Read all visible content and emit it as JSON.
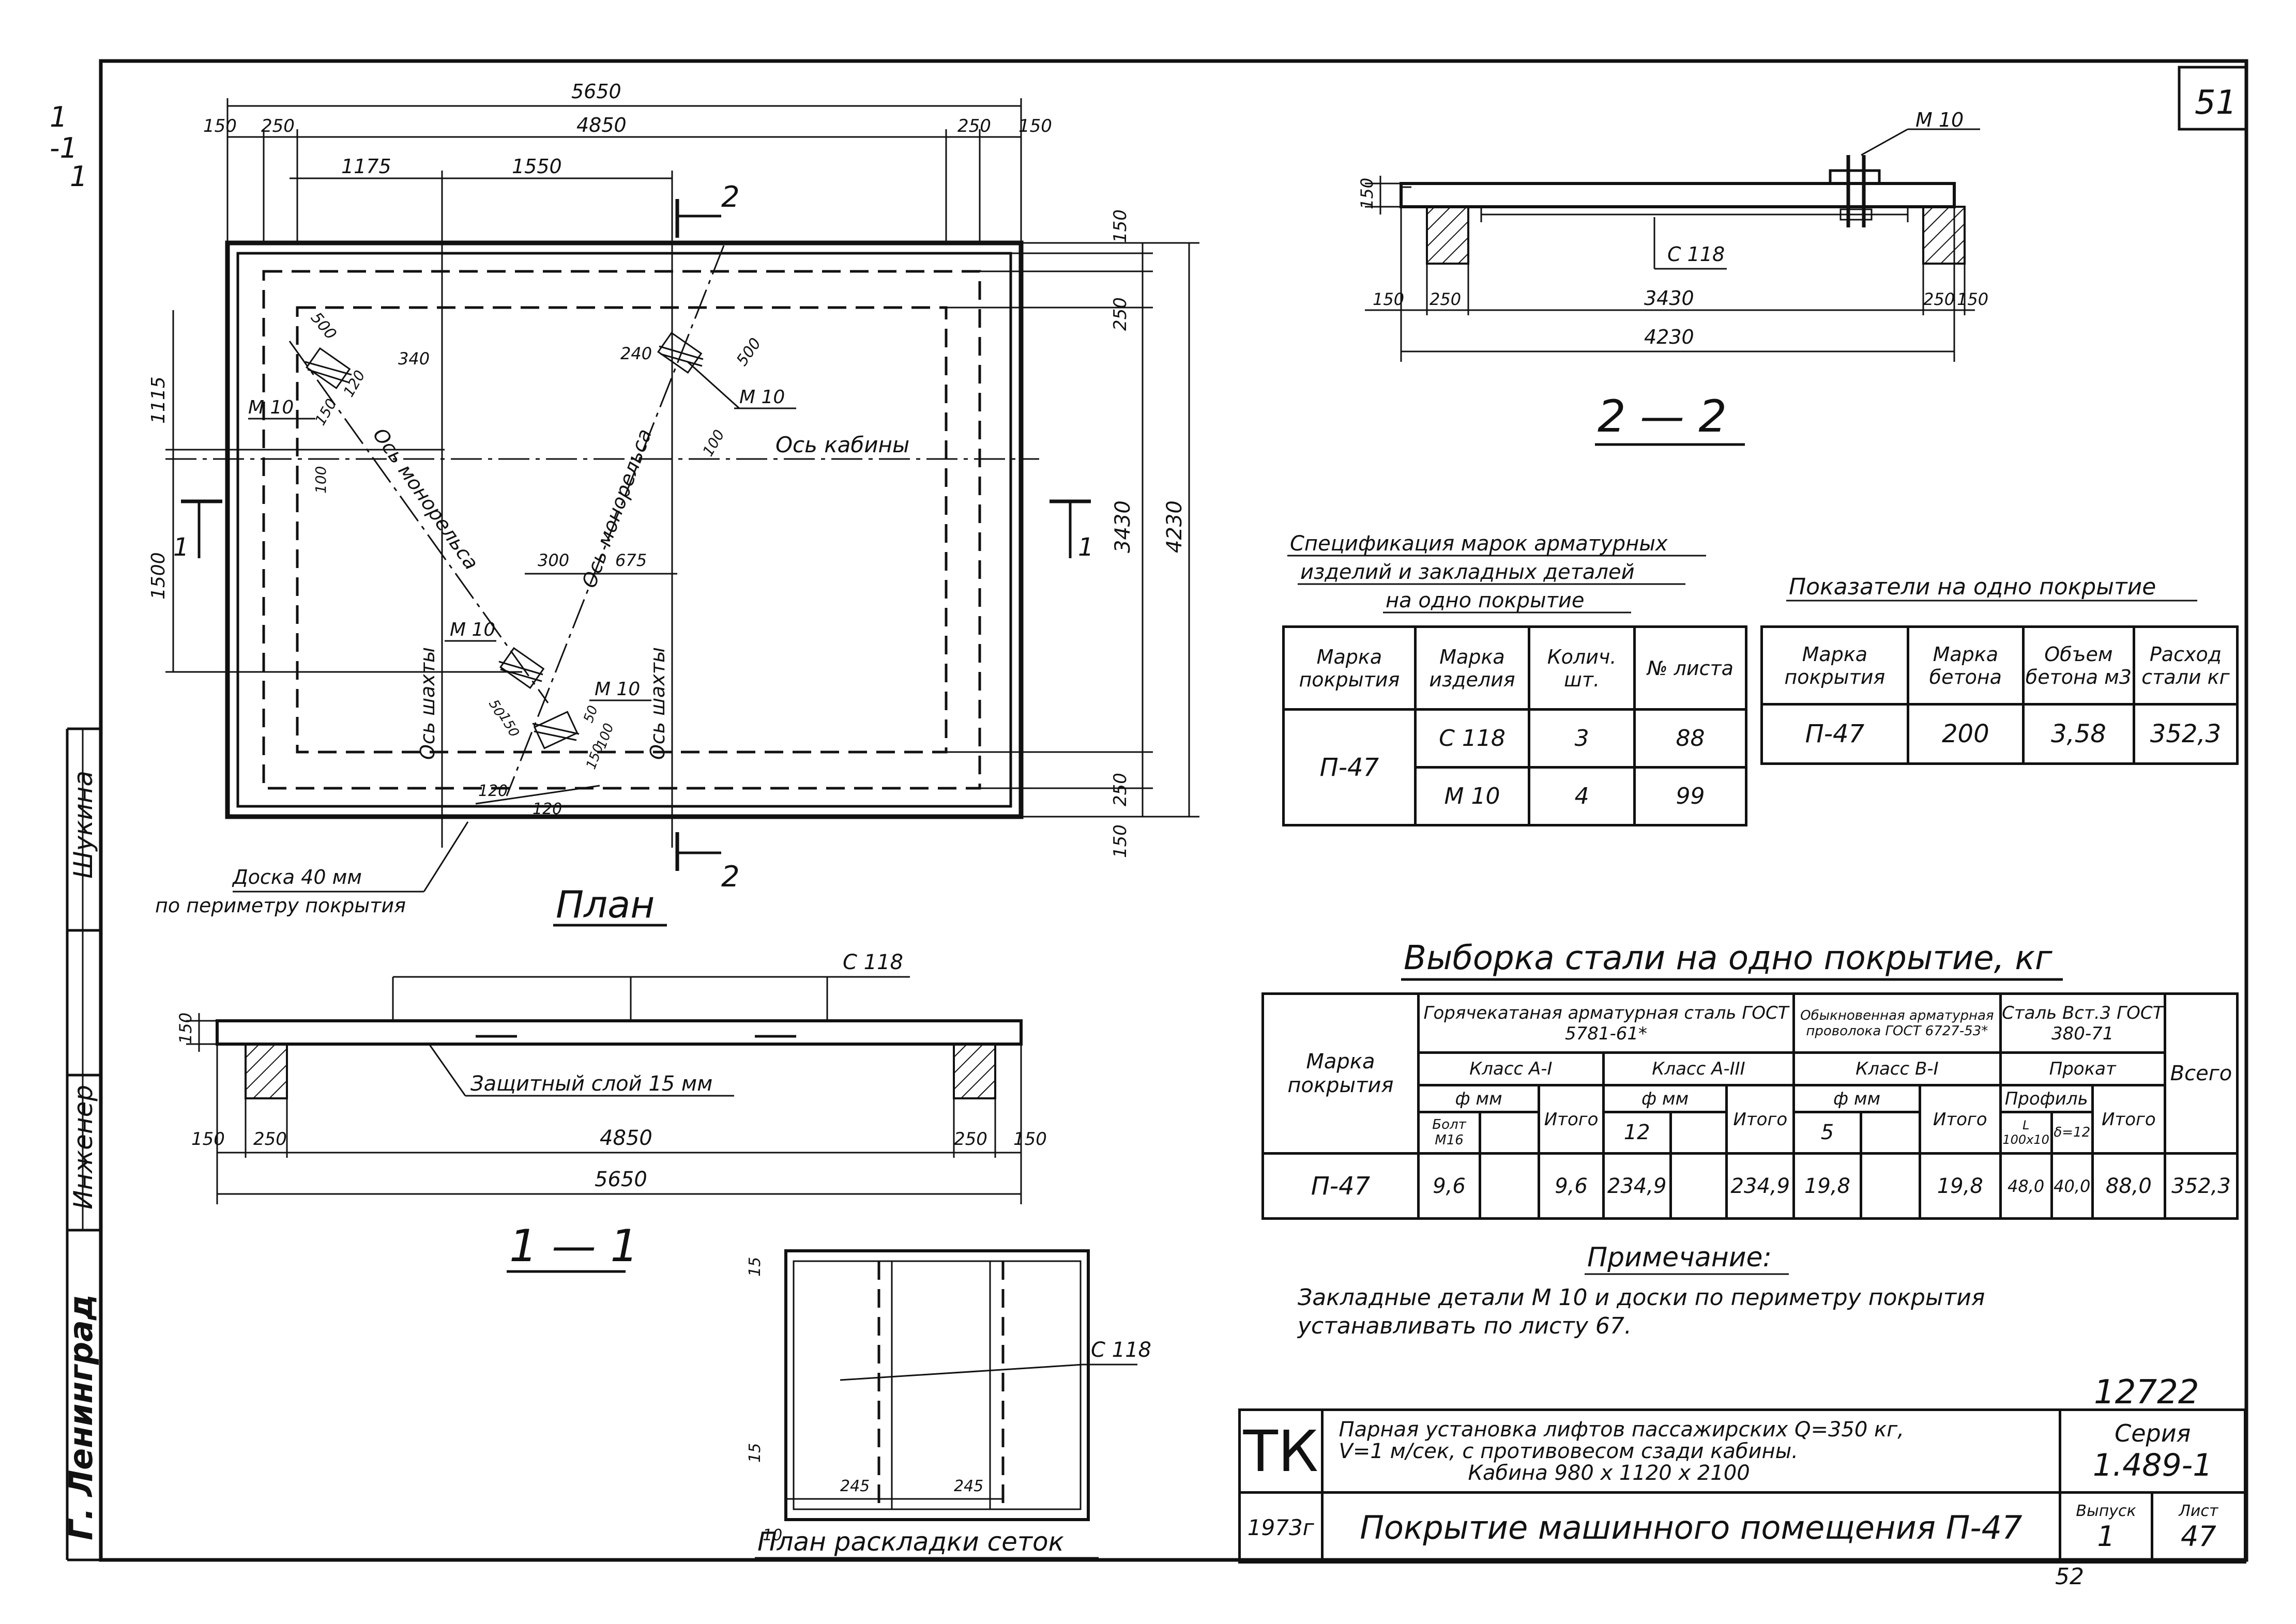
{
  "sheet_number": "51",
  "plan": {
    "title": "План",
    "dims_top": [
      "5650",
      "150",
      "250",
      "4850",
      "250",
      "150",
      "1175",
      "1550"
    ],
    "dims_left": [
      "1115",
      "1500"
    ],
    "dims_right": [
      "150",
      "250",
      "3430",
      "4230",
      "250",
      "150"
    ],
    "section_marks": [
      "2",
      "2",
      "1",
      "1"
    ],
    "m10": [
      "М 10",
      "М 10",
      "М 10",
      "М 10"
    ],
    "local_dims": [
      "500",
      "340",
      "120",
      "150",
      "100",
      "240",
      "500",
      "100",
      "300",
      "675",
      "50",
      "150",
      "120",
      "120",
      "50",
      "100",
      "150"
    ],
    "axis_cabin": "Ось кабины",
    "axis_monorail_1": "Ось монорельса",
    "axis_monorail_2": "Ось монорельса",
    "axis_shaft_1": "Ось шахты",
    "axis_shaft_2": "Ось шахты",
    "board_note_1": "Доска 40 мм",
    "board_note_2": "по периметру покрытия"
  },
  "section_2_2": {
    "title": "2 — 2",
    "m10": "М 10",
    "c118": "С 118",
    "dim_150": "150",
    "dims_bottom": [
      "150",
      "250",
      "3430",
      "250",
      "150"
    ],
    "dim_total": "4230"
  },
  "section_1_1": {
    "title": "1 — 1",
    "c118": "С 118",
    "dim_150": "150",
    "protective_layer": "Защитный слой 15 мм",
    "dims_bottom": [
      "150",
      "250",
      "4850",
      "250",
      "150"
    ],
    "dim_total": "5650"
  },
  "mesh_plan": {
    "title": "План раскладки сеток",
    "c118": "С 118",
    "dims": [
      "15",
      "15",
      "10",
      "245",
      "245"
    ]
  },
  "spec_table": {
    "title_1": "Спецификация марок арматурных",
    "title_2": "изделий и закладных деталей",
    "title_3": "на одно покрытие",
    "headers": [
      "Марка покрытия",
      "Марка изделия",
      "Колич. шт.",
      "№ листа"
    ],
    "mark": "П-47",
    "rows": [
      [
        "С 118",
        "3",
        "88"
      ],
      [
        "М 10",
        "4",
        "99"
      ]
    ]
  },
  "indicators_table": {
    "title": "Показатели на одно покрытие",
    "headers": [
      "Марка покрытия",
      "Марка бетона",
      "Объем бетона м3",
      "Расход стали кг"
    ],
    "row": [
      "П-47",
      "200",
      "3,58",
      "352,3"
    ]
  },
  "steel_table": {
    "title": "Выборка стали на одно покрытие, кг",
    "mark_header": "Марка покрытия",
    "group1": "Горячекатаная арматурная сталь ГОСТ 5781-61*",
    "group2": "Обыкновенная арматурная проволока ГОСТ 6727-53*",
    "group3": "Сталь Вст.3 ГОСТ 380-71",
    "total_header": "Всего",
    "class_a1": "Класс А-I",
    "class_a3": "Класс А-III",
    "class_b1": "Класс В-I",
    "rolled": "Прокат",
    "dia_mm_1": "ф мм",
    "dia_mm_2": "ф мм",
    "dia_mm_3": "ф мм",
    "profile": "Профиль",
    "bolt": "Болт М16",
    "d12": "12",
    "d5": "5",
    "profile_l": "L 100x10",
    "profile_d": "δ=12",
    "total": "Итого",
    "row": [
      "П-47",
      "9,6",
      "",
      "9,6",
      "234,9",
      "",
      "234,9",
      "19,8",
      "",
      "19,8",
      "48,0",
      "40,0",
      "88,0",
      "352,3"
    ]
  },
  "note": {
    "title": "Примечание:",
    "text_1": "Закладные детали М 10 и доски по периметру покрытия",
    "text_2": "устанавливать по листу 67."
  },
  "title_block": {
    "number": "12722",
    "tk": "ТК",
    "desc_1": "Парная установка лифтов пассажирских Q=350 кг,",
    "desc_2": "V=1 м/сек, с противовесом сзади кабины.",
    "desc_3": "Кабина 980 x 1120 x 2100",
    "series_label": "Серия",
    "series": "1.489-1",
    "year": "1973г",
    "sheet_title": "Покрытие машинного помещения П-47",
    "issue_label": "Выпуск",
    "issue": "1",
    "sheet_label": "Лист",
    "sheet": "47",
    "page_bottom": "52"
  },
  "left_strip": {
    "org": "Г. Ленинград",
    "role": "Инженер",
    "name": "Шукина",
    "marks": [
      "1",
      "-1",
      "1"
    ]
  }
}
